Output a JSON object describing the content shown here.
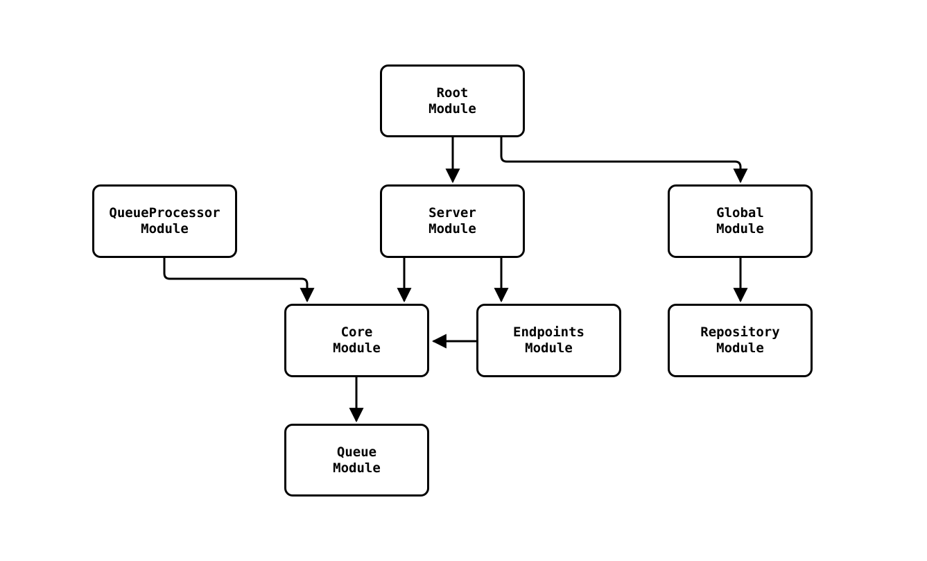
{
  "diagram": {
    "type": "flowchart",
    "direction": "top-down",
    "colors": {
      "background": "#ffffff",
      "node_fill": "#ffffff",
      "node_border": "#000000",
      "edge": "#000000",
      "text": "#000000"
    },
    "nodes": [
      {
        "id": "root",
        "label": "Root Module",
        "lines": [
          "Root",
          "Module"
        ]
      },
      {
        "id": "queueprocessor",
        "label": "QueueProcessor Module",
        "lines": [
          "QueueProcessor",
          "Module"
        ]
      },
      {
        "id": "server",
        "label": "Server Module",
        "lines": [
          "Server",
          "Module"
        ]
      },
      {
        "id": "global",
        "label": "Global Module",
        "lines": [
          "Global",
          "Module"
        ]
      },
      {
        "id": "core",
        "label": "Core Module",
        "lines": [
          "Core",
          "Module"
        ]
      },
      {
        "id": "endpoints",
        "label": "Endpoints Module",
        "lines": [
          "Endpoints",
          "Module"
        ]
      },
      {
        "id": "repository",
        "label": "Repository Module",
        "lines": [
          "Repository",
          "Module"
        ]
      },
      {
        "id": "queue",
        "label": "Queue Module",
        "lines": [
          "Queue",
          "Module"
        ]
      }
    ],
    "edges": [
      {
        "from": "root",
        "to": "server"
      },
      {
        "from": "root",
        "to": "global"
      },
      {
        "from": "queueprocessor",
        "to": "core"
      },
      {
        "from": "server",
        "to": "core"
      },
      {
        "from": "server",
        "to": "endpoints"
      },
      {
        "from": "endpoints",
        "to": "core"
      },
      {
        "from": "core",
        "to": "queue"
      },
      {
        "from": "global",
        "to": "repository"
      }
    ]
  }
}
